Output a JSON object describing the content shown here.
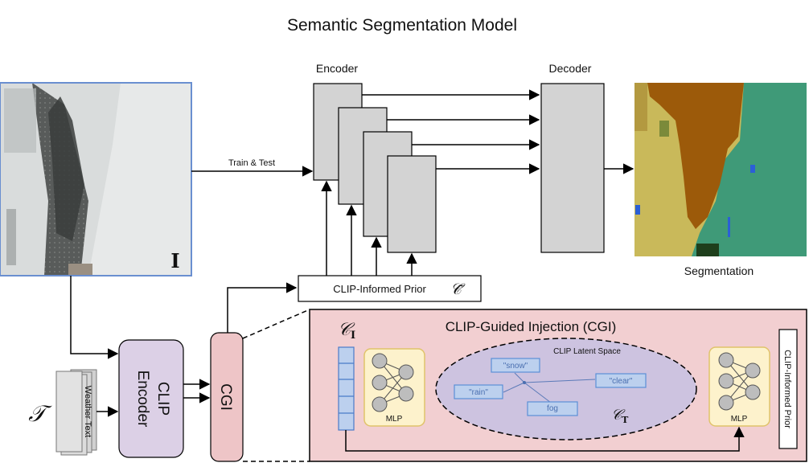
{
  "title": "Semantic Segmentation Model",
  "labels": {
    "encoder": "Encoder",
    "decoder": "Decoder",
    "train_test": "Train & Test",
    "segmentation": "Segmentation",
    "clip_prior": "CLIP-Informed Prior",
    "clip_prior_symbol": "𝒞̃",
    "image_symbol": "I",
    "text_symbol": "𝒯",
    "weather_text": "Weather Text",
    "clip_encoder_line1": "CLIP",
    "clip_encoder_line2": "Encoder",
    "cgi": "CGI",
    "cgi_title": "CLIP-Guided Injection (CGI)",
    "c_i_symbol": "𝒞",
    "c_i_sub": "I",
    "c_t_symbol": "𝒞",
    "c_t_sub": "T",
    "mlp_left": "MLP",
    "mlp_right": "MLP",
    "latent_space": "CLIP Latent Space",
    "clip_informed_prior_vertical": "CLIP-Informed Prior"
  },
  "latent_words": [
    "\"snow\"",
    "\"rain\"",
    "fog",
    "\"clear\""
  ],
  "colors": {
    "encoder_fill": "#d3d3d3",
    "clip_encoder_fill": "#dcd0e6",
    "cgi_fill": "#eec5c7",
    "cgi_panel_fill": "#f2cfd1",
    "mlp_fill": "#fdf2cc",
    "mlp_border": "#e0c36a",
    "latent_fill": "#cdc3e0",
    "word_box_fill": "#bcd0ee",
    "word_box_border": "#5b8fd6",
    "image_border": "#6a8fd0",
    "seg_olive": "#c9b95a",
    "seg_brown": "#9c5a0a",
    "seg_teal": "#3f9a78"
  }
}
